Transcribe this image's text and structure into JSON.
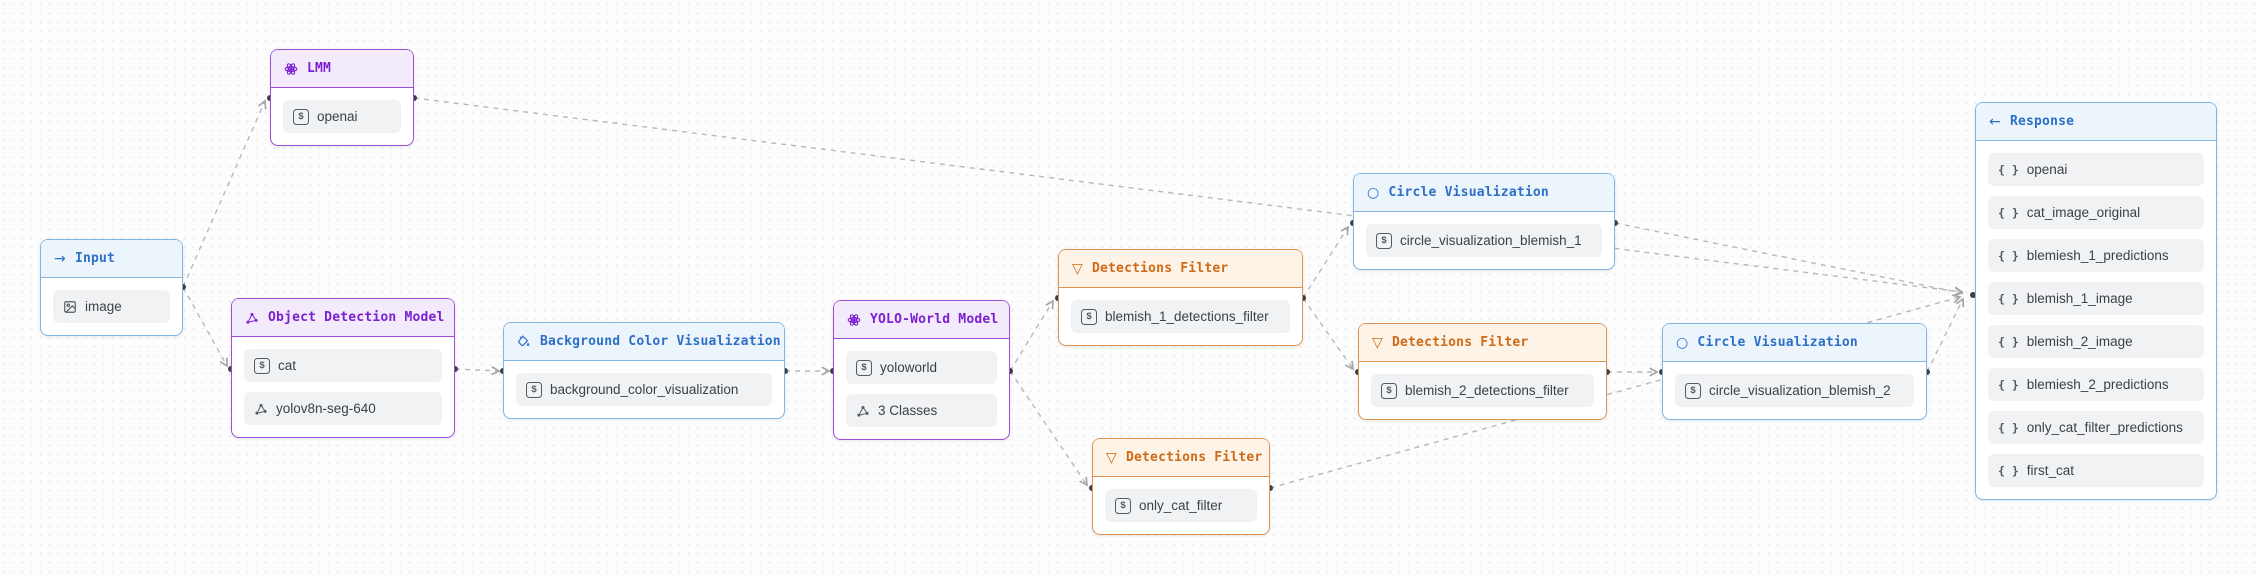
{
  "nodes": {
    "input": {
      "title": "Input",
      "items": [
        {
          "label": "image"
        }
      ]
    },
    "lmm": {
      "title": "LMM",
      "items": [
        {
          "label": "openai"
        }
      ]
    },
    "object_detection_model": {
      "title": "Object Detection Model",
      "items": [
        {
          "label": "cat"
        },
        {
          "label": "yolov8n-seg-640"
        }
      ]
    },
    "background_color_visualization": {
      "title": "Background Color Visualization",
      "items": [
        {
          "label": "background_color_visualization"
        }
      ]
    },
    "yolo_world_model": {
      "title": "YOLO-World Model",
      "items": [
        {
          "label": "yoloworld"
        },
        {
          "label": "3 Classes"
        }
      ]
    },
    "detections_filter_1": {
      "title": "Detections Filter",
      "items": [
        {
          "label": "blemish_1_detections_filter"
        }
      ]
    },
    "circle_visualization_1": {
      "title": "Circle Visualization",
      "items": [
        {
          "label": "circle_visualization_blemish_1"
        }
      ]
    },
    "detections_filter_2": {
      "title": "Detections Filter",
      "items": [
        {
          "label": "blemish_2_detections_filter"
        }
      ]
    },
    "circle_visualization_2": {
      "title": "Circle Visualization",
      "items": [
        {
          "label": "circle_visualization_blemish_2"
        }
      ]
    },
    "detections_filter_3": {
      "title": "Detections Filter",
      "items": [
        {
          "label": "only_cat_filter"
        }
      ]
    },
    "response": {
      "title": "Response",
      "items": [
        {
          "label": "openai"
        },
        {
          "label": "cat_image_original"
        },
        {
          "label": "blemiesh_1_predictions"
        },
        {
          "label": "blemish_1_image"
        },
        {
          "label": "blemish_2_image"
        },
        {
          "label": "blemiesh_2_predictions"
        },
        {
          "label": "only_cat_filter_predictions"
        },
        {
          "label": "first_cat"
        }
      ]
    }
  },
  "glyphs": {
    "arrow_right": "→",
    "arrow_left": "←",
    "funnel": "▽",
    "circle": "○",
    "dollar": "$",
    "braces": "{ }"
  },
  "edges": [
    {
      "from": "input",
      "to": "lmm"
    },
    {
      "from": "input",
      "to": "object_detection_model"
    },
    {
      "from": "lmm",
      "to": "response"
    },
    {
      "from": "object_detection_model",
      "to": "background_color_visualization"
    },
    {
      "from": "background_color_visualization",
      "to": "yolo_world_model"
    },
    {
      "from": "yolo_world_model",
      "to": "detections_filter_1"
    },
    {
      "from": "yolo_world_model",
      "to": "detections_filter_3"
    },
    {
      "from": "detections_filter_1",
      "to": "circle_visualization_1"
    },
    {
      "from": "detections_filter_1",
      "to": "detections_filter_2"
    },
    {
      "from": "detections_filter_2",
      "to": "circle_visualization_2"
    },
    {
      "from": "circle_visualization_1",
      "to": "response"
    },
    {
      "from": "circle_visualization_2",
      "to": "response"
    },
    {
      "from": "detections_filter_3",
      "to": "response"
    }
  ],
  "colors": {
    "blue_border": "#82b4e4",
    "blue_header_bg": "#ecf4fc",
    "blue_text": "#2e6fc7",
    "purple_border": "#9a4fd6",
    "purple_header_bg": "#f3eafb",
    "purple_text": "#7c1fd1",
    "orange_border": "#dd9450",
    "orange_header_bg": "#fdf3e6",
    "orange_text": "#cf6b18",
    "pill_bg": "#f1f2f4",
    "pill_text": "#3a4149",
    "edge": "#b8b8b8",
    "port": "#3f3f46"
  }
}
